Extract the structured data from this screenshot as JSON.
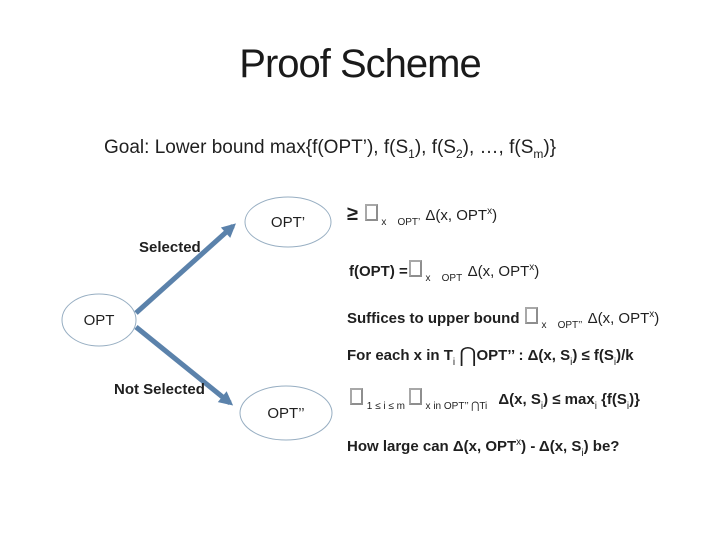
{
  "slide": {
    "title": "Proof Scheme"
  },
  "diagram": {
    "node_opt": "OPT",
    "node_opt_prime": "OPT’",
    "node_opt_double_prime": "OPT’’",
    "label_selected": "Selected",
    "label_not_selected": "Not Selected",
    "arrow_color": "#5b82ab",
    "ellipse_stroke_color": "#97aec2"
  },
  "formulas": {
    "goal": [
      [
        "t",
        "Goal: Lower bound max{f(OPT’), f(S"
      ],
      [
        "sub",
        "1"
      ],
      [
        "t",
        "), f(S"
      ],
      [
        "sub",
        "2"
      ],
      [
        "t",
        "), …, f(S"
      ],
      [
        "sub",
        "m"
      ],
      [
        "t",
        ")}"
      ]
    ],
    "lines": [
      [
        [
          "big",
          "≥ "
        ],
        [
          "box",
          ""
        ],
        [
          "sub",
          " x    OPT’  "
        ],
        [
          "t",
          "Δ(x, OPT"
        ],
        [
          "sup",
          "x"
        ],
        [
          "t",
          ")"
        ]
      ],
      [
        [
          "b",
          "f(OPT) ="
        ],
        [
          "box",
          ""
        ],
        [
          "sub",
          " x    OPT  "
        ],
        [
          "t",
          "Δ(x, OPT"
        ],
        [
          "sup",
          "x"
        ],
        [
          "t",
          ")"
        ]
      ],
      [
        [
          "b",
          "Suffices to upper bound "
        ],
        [
          "box",
          ""
        ],
        [
          "sub",
          " x    OPT’’  "
        ],
        [
          "t",
          "Δ(x, OPT"
        ],
        [
          "sup",
          "x"
        ],
        [
          "t",
          ")"
        ]
      ],
      [
        [
          "b",
          "For each x in T"
        ],
        [
          "sub",
          "i"
        ],
        [
          "b",
          " "
        ],
        [
          "cap",
          "⋂"
        ],
        [
          "b",
          "OPT’’ : Δ(x, S"
        ],
        [
          "sub",
          "i"
        ],
        [
          "b",
          ") ≤ f(S"
        ],
        [
          "sub",
          "i"
        ],
        [
          "b",
          ")/k"
        ]
      ],
      [
        [
          "box",
          ""
        ],
        [
          "sub",
          " 1 ≤ i ≤ m "
        ],
        [
          "box",
          ""
        ],
        [
          "sub",
          " x in OPT’’ ⋂Ti "
        ],
        [
          "b",
          "  Δ(x, S"
        ],
        [
          "sub",
          "i"
        ],
        [
          "b",
          ") ≤ max"
        ],
        [
          "sub",
          "i"
        ],
        [
          "b",
          " {f(S"
        ],
        [
          "sub",
          "i"
        ],
        [
          "b",
          ")}"
        ]
      ],
      [
        [
          "b",
          "How large can Δ(x, OPT"
        ],
        [
          "sup",
          "x"
        ],
        [
          "b",
          ") - Δ(x, S"
        ],
        [
          "sub",
          "i"
        ],
        [
          "b",
          ") be?"
        ]
      ]
    ]
  }
}
